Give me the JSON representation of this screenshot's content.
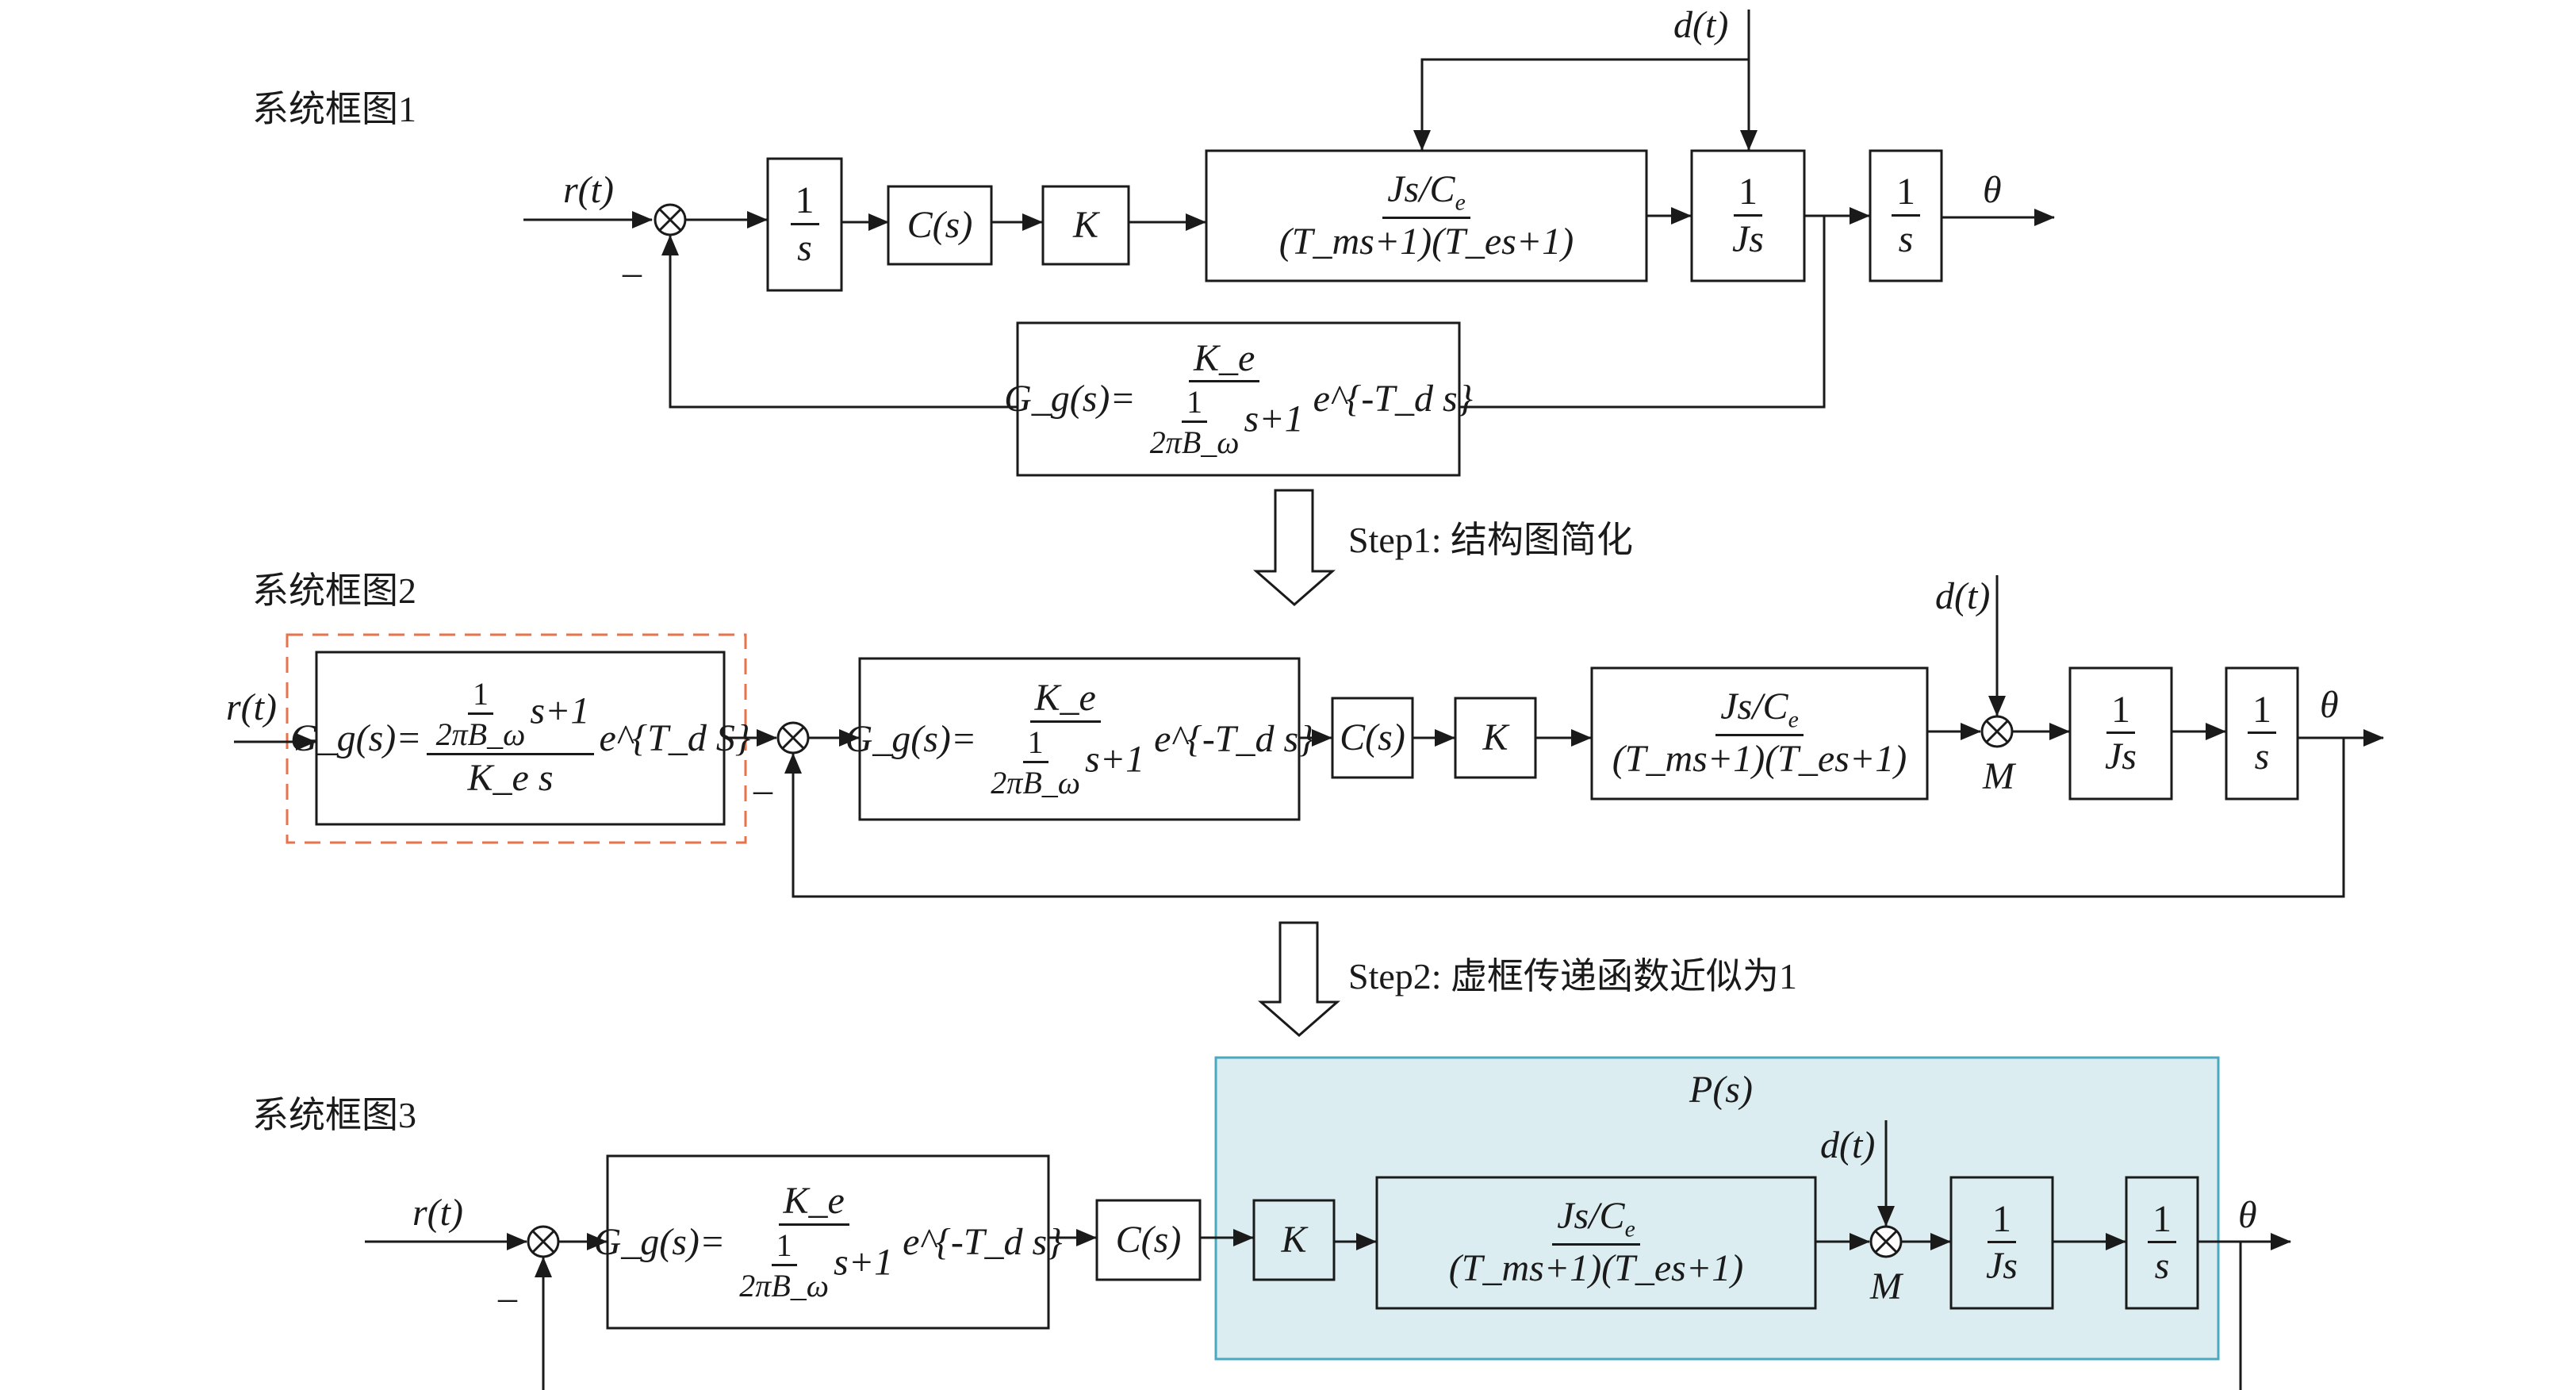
{
  "diagram1": {
    "title": "系统框图1",
    "r": "r(t)",
    "minus": "–",
    "d": "d(t)",
    "integrator_num": "1",
    "integrator_den": "s",
    "C": "C(s)",
    "K": "K",
    "motor_num_a": "Js/C",
    "motor_num_b": "e",
    "motor_den": "(T_ms+1)(T_es+1)",
    "J_num": "1",
    "J_den": "Js",
    "s_num": "1",
    "s_den": "s",
    "theta": "θ",
    "feedback_label": "G_g(s)=",
    "Ke": "K_e",
    "one": "1",
    "twopiB": "2πB_ω",
    "splus1": "s+1",
    "exp": "e^{-T_d s}"
  },
  "step1": "Step1: 结构图简化",
  "diagram2": {
    "title": "系统框图2",
    "r": "r(t)",
    "minus": "–",
    "prefilter_label": "G_g(s)=",
    "prefilter_num": "s+1",
    "prefilter_den": "K_e s",
    "prefilter_exp": "e^{T_d S}",
    "C": "C(s)",
    "K": "K",
    "d": "d(t)",
    "M": "M",
    "theta": "θ"
  },
  "step2": "Step2: 虚框传递函数近似为1",
  "diagram3": {
    "title": "系统框图3",
    "r": "r(t)",
    "minus": "–",
    "plant_label": "P(s)",
    "C": "C(s)",
    "K": "K",
    "d": "d(t)",
    "M": "M",
    "theta": "θ"
  },
  "colors": {
    "line": "#1a1a1a",
    "dashed_box": "#e8734a",
    "plant_fill": "#dcedf1",
    "plant_border": "#4aa8c0"
  }
}
